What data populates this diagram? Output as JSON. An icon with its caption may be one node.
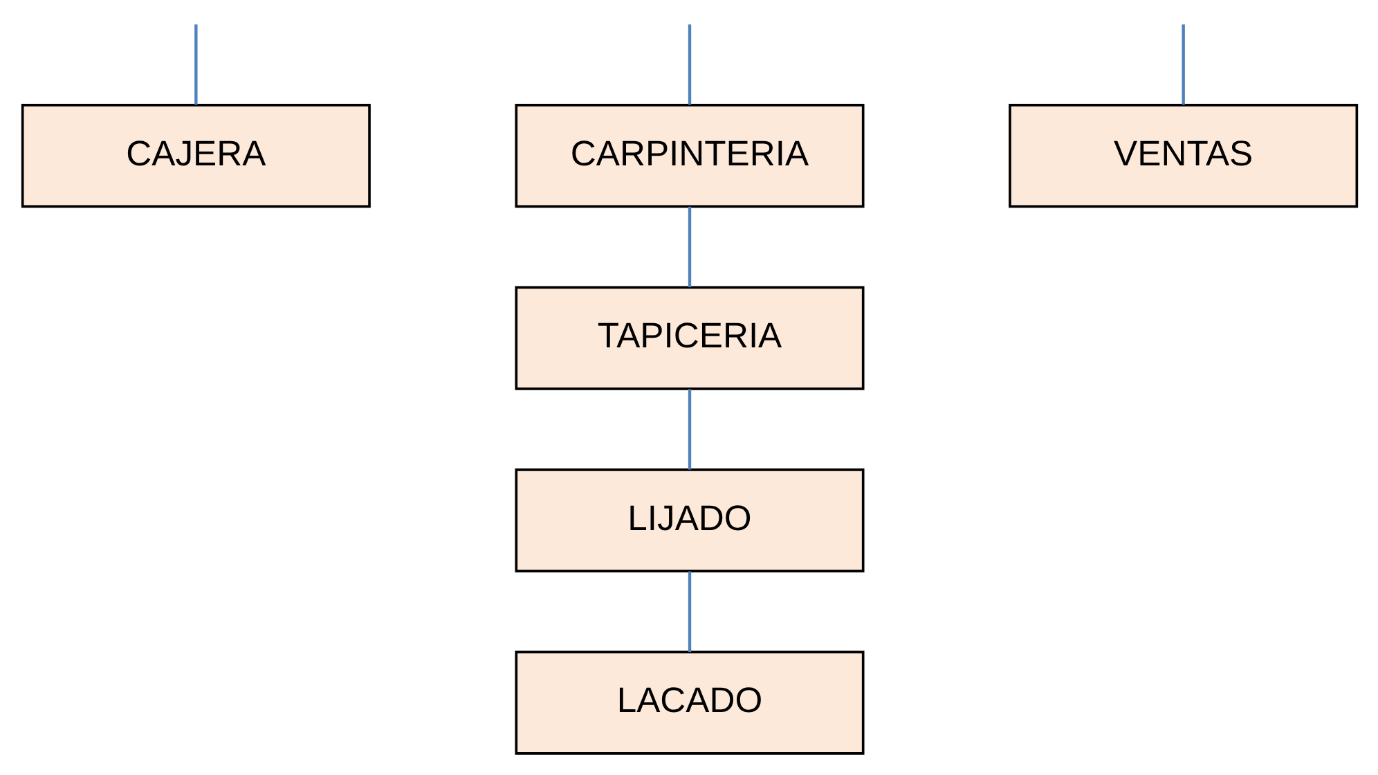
{
  "diagram": {
    "nodes": [
      {
        "text": [
          "CAJERA"
        ]
      },
      {
        "text": [
          "CARPINTERIA"
        ]
      },
      {
        "text": [
          "VENTAS"
        ]
      },
      {
        "text": [
          "TAPICERIA"
        ]
      },
      {
        "text": [
          "LIJADO"
        ]
      },
      {
        "text": [
          "LACADO"
        ]
      }
    ],
    "edges": [
      {
        "from": null,
        "to": 0,
        "arrow": "none"
      },
      {
        "from": null,
        "to": 1,
        "arrow": "none"
      },
      {
        "from": null,
        "to": 2,
        "arrow": "none"
      },
      {
        "from": 1,
        "to": 3,
        "arrow": "none"
      },
      {
        "from": 3,
        "to": 4,
        "arrow": "none"
      },
      {
        "from": 4,
        "to": 5,
        "arrow": "none"
      }
    ]
  }
}
